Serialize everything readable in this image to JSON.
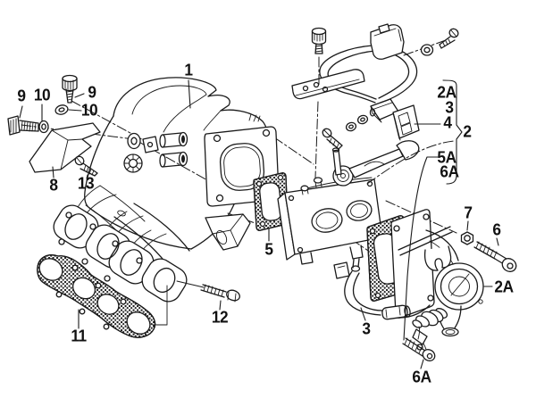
{
  "diagram": {
    "background": "#ffffff",
    "line_color": "#1a1a1a",
    "callouts": [
      {
        "id": "9-upper-left",
        "label": "9"
      },
      {
        "id": "10-upper-left",
        "label": "10"
      },
      {
        "id": "9-upper",
        "label": "9"
      },
      {
        "id": "10-upper",
        "label": "10"
      },
      {
        "id": "8-bracket",
        "label": "8"
      },
      {
        "id": "13-screw",
        "label": "13"
      },
      {
        "id": "1-manifold",
        "label": "1"
      },
      {
        "id": "2A-list",
        "label": "2A"
      },
      {
        "id": "3-list",
        "label": "3"
      },
      {
        "id": "4-connector",
        "label": "4"
      },
      {
        "id": "2-group",
        "label": "2"
      },
      {
        "id": "5A-list",
        "label": "5A"
      },
      {
        "id": "6A-list",
        "label": "6A"
      },
      {
        "id": "7-nut",
        "label": "7"
      },
      {
        "id": "6-bolt",
        "label": "6"
      },
      {
        "id": "2A-throttle",
        "label": "2A"
      },
      {
        "id": "5-gasket",
        "label": "5"
      },
      {
        "id": "3-sensor",
        "label": "3"
      },
      {
        "id": "6A-screw",
        "label": "6A"
      },
      {
        "id": "11-gasket",
        "label": "11"
      },
      {
        "id": "12-bolt",
        "label": "12"
      }
    ]
  }
}
